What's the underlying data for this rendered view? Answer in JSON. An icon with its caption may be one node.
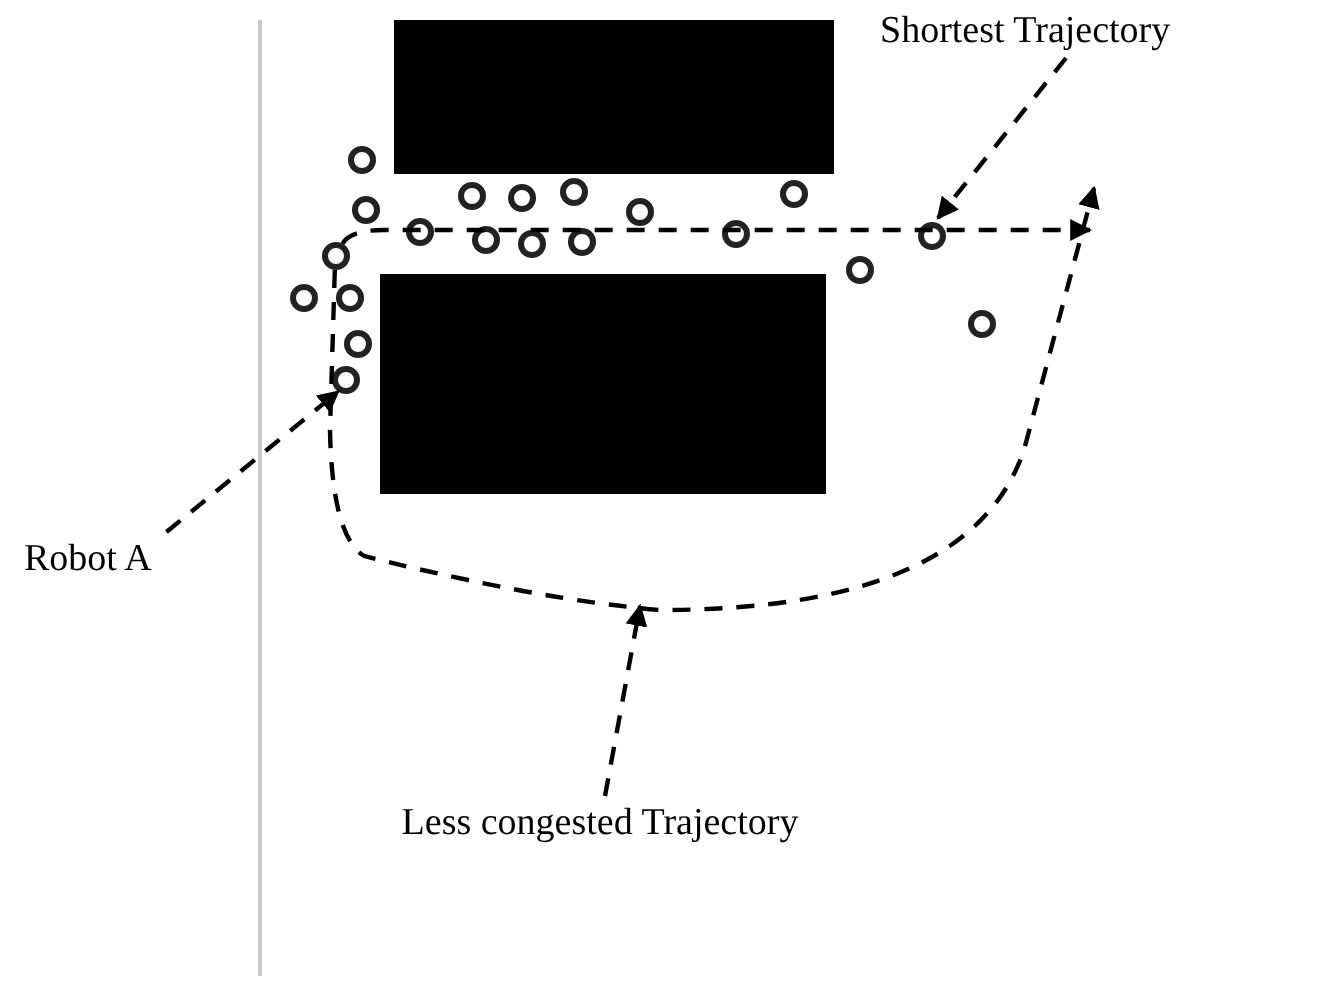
{
  "diagram": {
    "nodes": [
      {
        "text": [
          "Shortest Trajectory"
        ]
      },
      {
        "text": [
          "Robot A"
        ]
      },
      {
        "text": [
          "Less congested Trajectory"
        ]
      },
      {
        "text": [],
        "shape": "circle"
      },
      {
        "text": [],
        "shape": "circle"
      }
    ],
    "edges": [
      {
        "from": 0,
        "to": null,
        "arrow": "to",
        "style": "dashed"
      },
      {
        "from": 1,
        "to": 4,
        "arrow": "to",
        "style": "dashed"
      },
      {
        "from": 2,
        "to": null,
        "arrow": "to",
        "style": "dashed"
      },
      {
        "from": 3,
        "to": null,
        "arrow": "to",
        "style": "dashed"
      },
      {
        "from": 3,
        "to": null,
        "arrow": "to",
        "style": "dashed"
      }
    ]
  }
}
